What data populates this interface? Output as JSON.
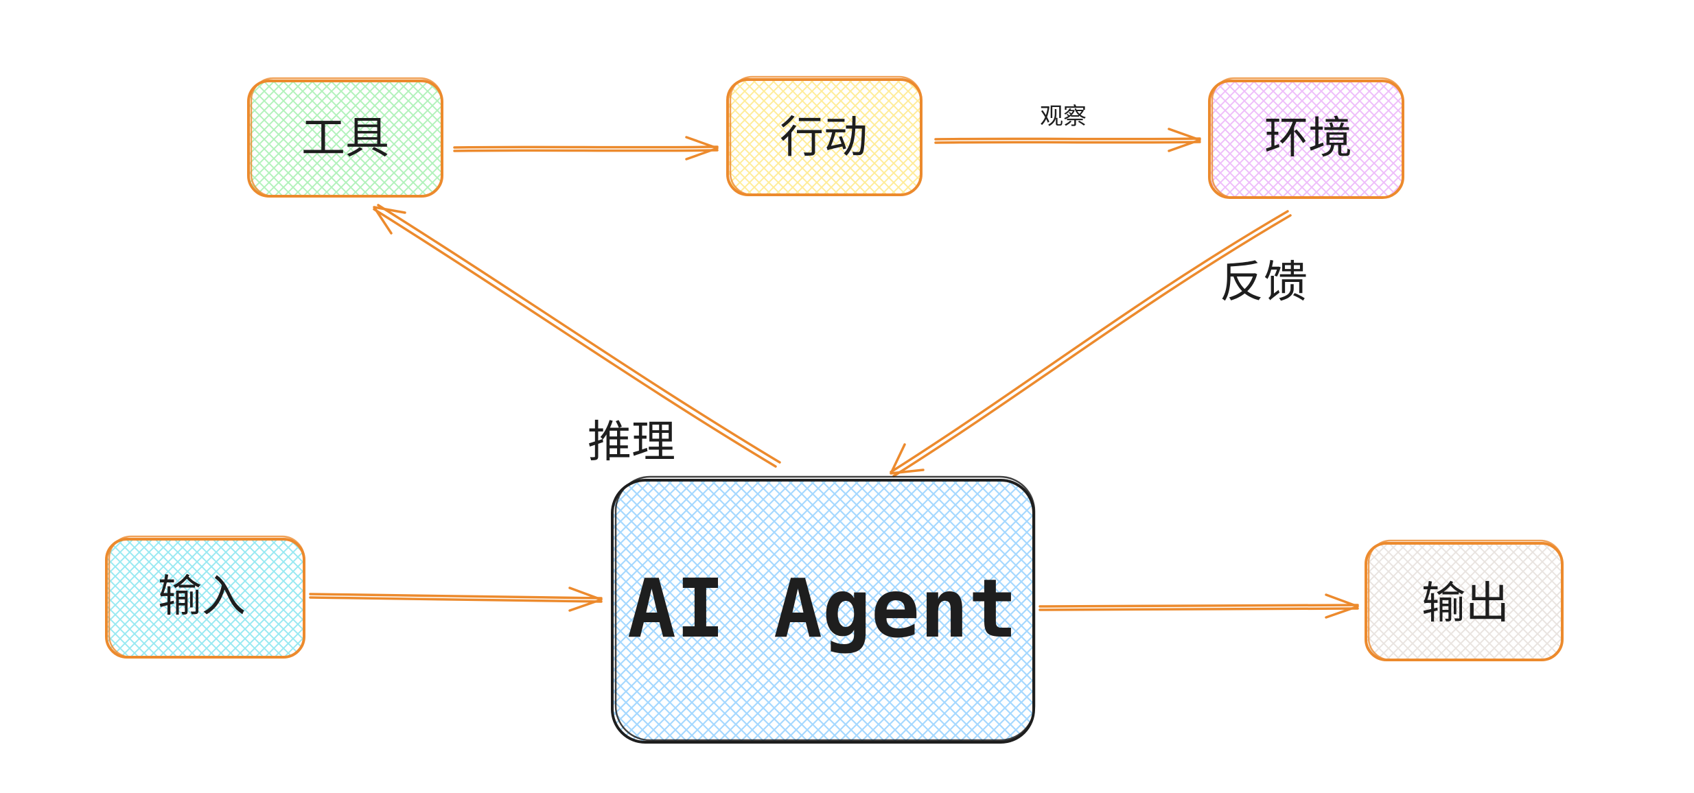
{
  "colors": {
    "arrow": "#ec8a2d",
    "node_border": "#ec8a2d",
    "agent_border": "#1e1e1e",
    "text": "#1e1e1e"
  },
  "nodes": {
    "tools": {
      "label": "工具",
      "fill": "#b2f2bb"
    },
    "action": {
      "label": "行动",
      "fill": "#ffec99"
    },
    "environment": {
      "label": "环境",
      "fill": "#eebefa"
    },
    "input": {
      "label": "输入",
      "fill": "#99e9f2"
    },
    "agent": {
      "label": "AI Agent",
      "fill": "#a5d8ff"
    },
    "output": {
      "label": "输出",
      "fill": "#e9e4e0"
    }
  },
  "edges": {
    "observe_label": "观察",
    "feedback_label": "反馈",
    "reasoning_label": "推理"
  }
}
